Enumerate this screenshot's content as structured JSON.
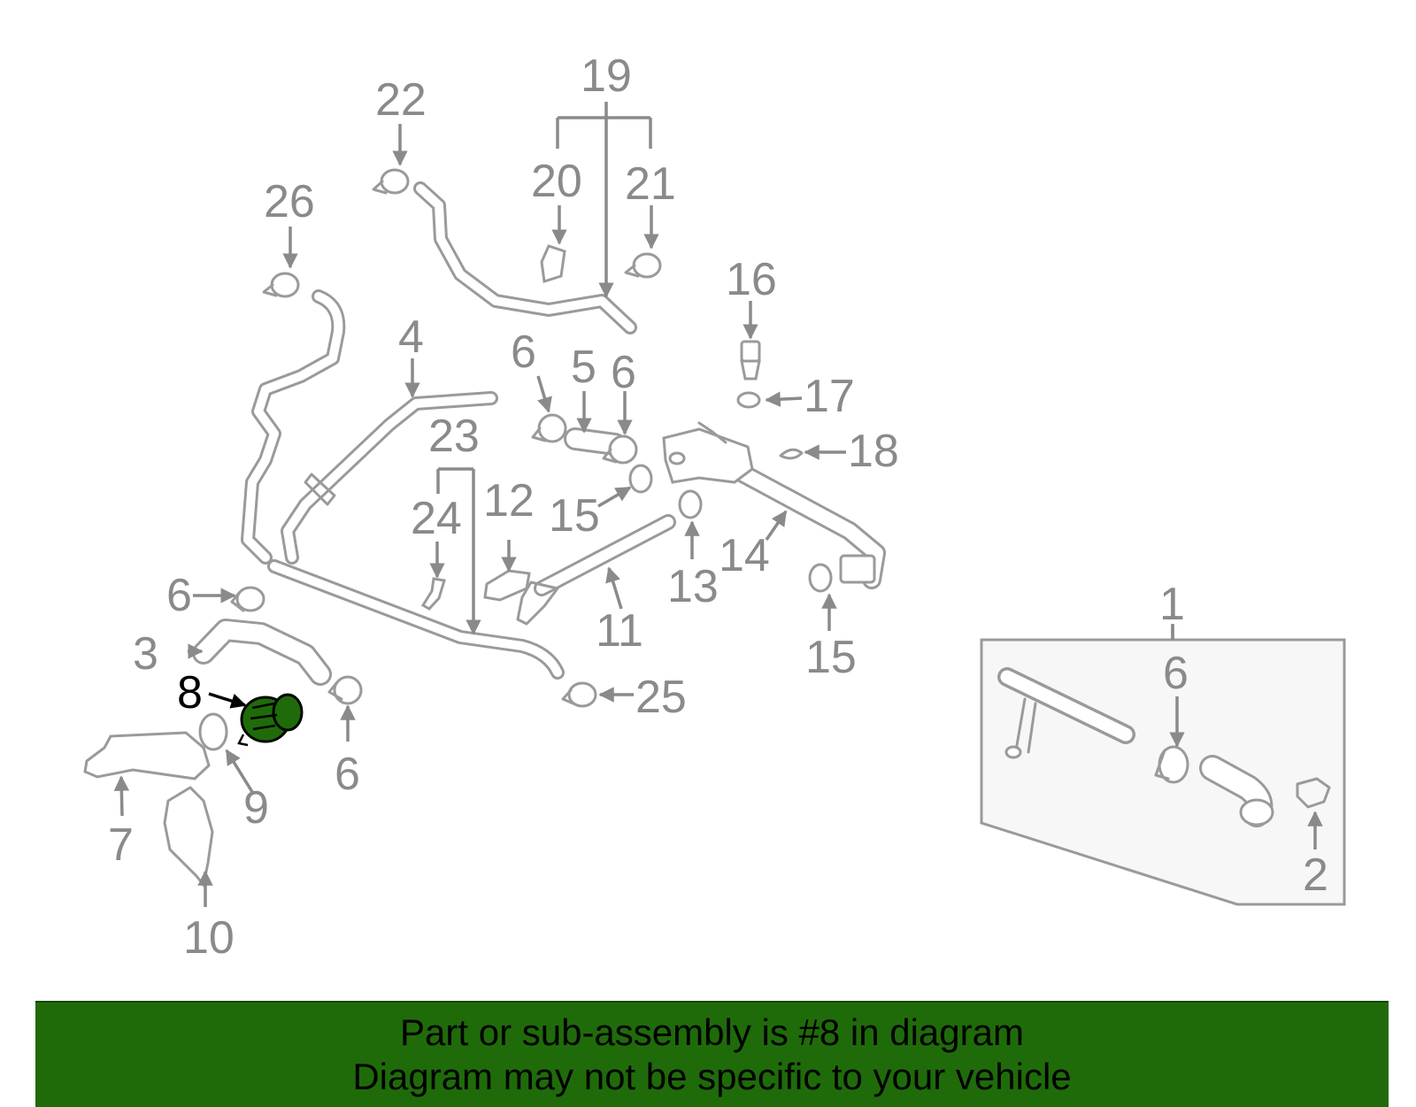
{
  "diagram": {
    "callouts": {
      "c1": "1",
      "c2": "2",
      "c3": "3",
      "c4": "4",
      "c5": "5",
      "c6a": "6",
      "c6b": "6",
      "c6c": "6",
      "c6d": "6",
      "c6e": "6",
      "c7": "7",
      "c8": "8",
      "c9": "9",
      "c10": "10",
      "c11": "11",
      "c12": "12",
      "c13": "13",
      "c14": "14",
      "c15a": "15",
      "c15b": "15",
      "c16": "16",
      "c17": "17",
      "c18": "18",
      "c19": "19",
      "c20": "20",
      "c21": "21",
      "c22": "22",
      "c23": "23",
      "c24": "24",
      "c25": "25",
      "c26": "26"
    },
    "highlight_part": "8",
    "colors": {
      "part_line": "#9a9a9a",
      "highlight": "#1f6b0a",
      "banner": "#1f6b0a",
      "kit_box_fill": "#f7f7f7"
    }
  },
  "banner": {
    "line1": "Part or sub-assembly is #8 in diagram",
    "line2": "Diagram may not be specific to your vehicle"
  }
}
